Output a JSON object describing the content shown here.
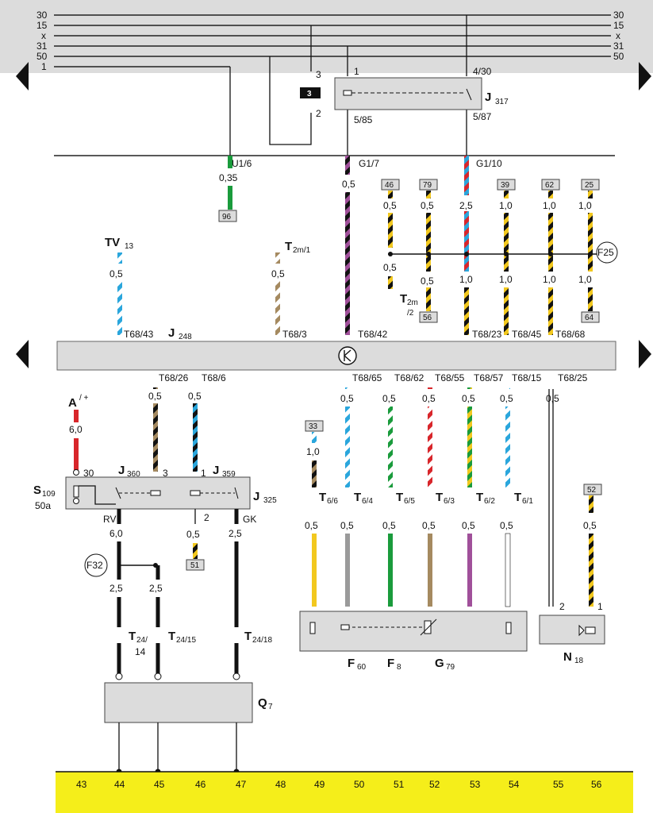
{
  "top_bus": {
    "left_labels": [
      "30",
      "15",
      "x",
      "31",
      "50",
      "1"
    ],
    "right_labels": [
      "30",
      "15",
      "x",
      "31",
      "50"
    ]
  },
  "upper_block": {
    "relay": {
      "name": "J",
      "sub": "317",
      "pins": {
        "a": "1",
        "b": "4/30",
        "c": "5/85",
        "d": "5/87"
      }
    },
    "fuse3": {
      "num": "3",
      "pin_top": "3",
      "pin_bot": "2"
    },
    "u16": {
      "label": "U1/6",
      "cross": "0,35",
      "box": "96"
    },
    "g17": {
      "label": "G1/7",
      "cross": "0,5"
    },
    "g110": {
      "label": "G1/10"
    }
  },
  "mid_wires": {
    "boxes": [
      "46",
      "79",
      "39",
      "62",
      "25",
      "56",
      "64"
    ],
    "cross_top": [
      "0,5",
      "0,5",
      "2,5",
      "1,0",
      "1,0",
      "1,0"
    ],
    "cross_bot": [
      "0,5",
      "0,5",
      "1,0",
      "1,0",
      "1,0",
      "1,0"
    ],
    "f25": "F25",
    "t2m_bot": {
      "name": "T",
      "sub": "2m",
      "suffix": "/2"
    }
  },
  "inputs": {
    "tv": {
      "name": "TV",
      "sub": "13",
      "cross": "0,5",
      "pin": "T68/43"
    },
    "t2m1": {
      "name": "T",
      "sub": "2m/1",
      "cross": "0,5",
      "pin": "T68/3"
    },
    "j248": {
      "name": "J",
      "sub": "248"
    },
    "pins_top": [
      "T68/42",
      "T68/23",
      "T68/45",
      "T68/68"
    ]
  },
  "ecu_bottom_pins": [
    "T68/26",
    "T68/6",
    "T68/65",
    "T68/62",
    "T68/55",
    "T68/57",
    "T68/15",
    "T68/25"
  ],
  "lower_left": {
    "a_label": "A",
    "a_suffix": "/ +",
    "a_cross": "6,0",
    "s109": {
      "name": "S",
      "sub": "109",
      "amp": "50a",
      "pin": "30"
    },
    "j360": {
      "name": "J",
      "sub": "360",
      "pin": "3"
    },
    "j359": {
      "name": "J",
      "sub": "359",
      "pin": "1"
    },
    "j325": {
      "name": "J",
      "sub": "325"
    },
    "rv": "RV",
    "gk": "GK",
    "pin2": "2",
    "box51": "51",
    "cross_j": [
      "0,5",
      "0,5"
    ],
    "cross_low": [
      "6,0",
      "0,5",
      "2,5"
    ],
    "f32": "F32",
    "cross_mid": [
      "2,5",
      "2,5"
    ],
    "t24": [
      {
        "name": "T",
        "sub": "24/",
        "suffix": "14"
      },
      {
        "name": "T",
        "sub": "24/15"
      },
      {
        "name": "T",
        "sub": "24/18"
      }
    ],
    "q7": {
      "name": "Q",
      "sub": "7"
    }
  },
  "lower_right": {
    "box33": "33",
    "cross_10": "1,0",
    "t6": [
      {
        "name": "T",
        "sub": "6/6"
      },
      {
        "name": "T",
        "sub": "6/4"
      },
      {
        "name": "T",
        "sub": "6/5"
      },
      {
        "name": "T",
        "sub": "6/3"
      },
      {
        "name": "T",
        "sub": "6/2"
      },
      {
        "name": "T",
        "sub": "6/1"
      }
    ],
    "cross_ecu": [
      "0,5",
      "0,5",
      "0,5",
      "0,5",
      "0,5",
      "0,5"
    ],
    "cross_t6": [
      "0,5",
      "0,5",
      "0,5",
      "0,5",
      "0,5",
      "0,5"
    ],
    "f60": {
      "name": "F",
      "sub": "60"
    },
    "f8": {
      "name": "F",
      "sub": "8"
    },
    "g79": {
      "name": "G",
      "sub": "79"
    },
    "n18": {
      "name": "N",
      "sub": "18",
      "box": "52",
      "cross": "0,5",
      "cross2": "0,5",
      "pin_a": "2",
      "pin_b": "1"
    }
  },
  "footer_numbers": [
    "43",
    "44",
    "45",
    "46",
    "47",
    "48",
    "49",
    "50",
    "51",
    "52",
    "53",
    "54",
    "55",
    "56"
  ],
  "colors": {
    "bus_bg": "#dcdcdc",
    "footer": "#f5ee1a",
    "black": "#111111",
    "yellow": "#f2c81e",
    "red": "#d8262b",
    "green": "#1a9b3c",
    "blue": "#2aa6dc",
    "violet": "#a0509a",
    "brown": "#a58a60",
    "grey": "#9a9a9a"
  }
}
